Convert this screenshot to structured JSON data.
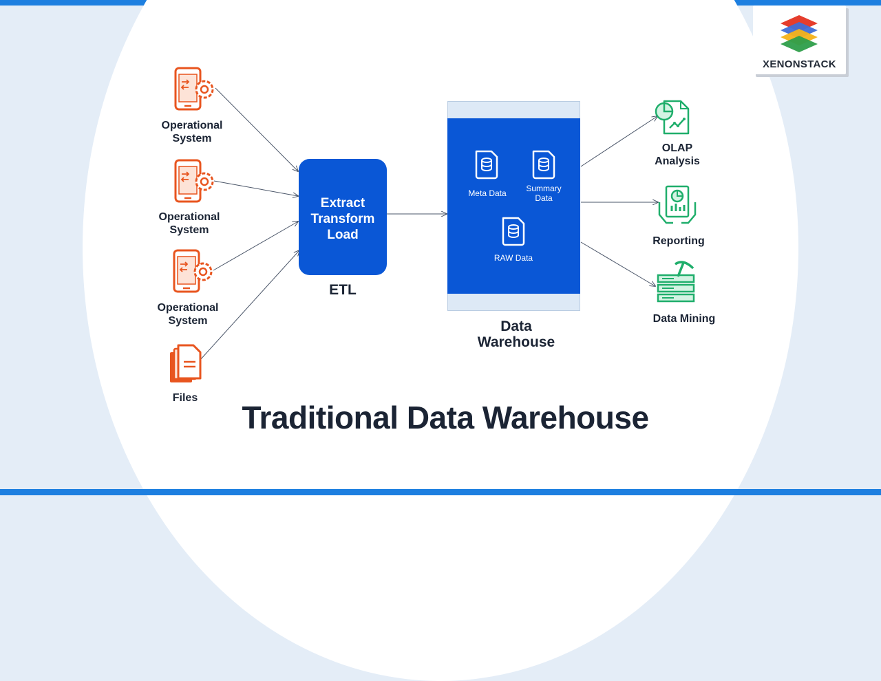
{
  "brand": {
    "name": "XENONSTACK",
    "logo_colors": [
      "#e53d2c",
      "#3f6ed8",
      "#f5b21a",
      "#2e9e4a"
    ]
  },
  "colors": {
    "accent_blue": "#0a57d6",
    "source_orange": "#e8551f",
    "output_green": "#1fae6b",
    "bar_blue": "#1d7fe0"
  },
  "sources": [
    {
      "label_line1": "Operational",
      "label_line2": "System",
      "icon": "operational-system-icon"
    },
    {
      "label_line1": "Operational",
      "label_line2": "System",
      "icon": "operational-system-icon"
    },
    {
      "label_line1": "Operational",
      "label_line2": "System",
      "icon": "operational-system-icon"
    },
    {
      "label_line1": "Files",
      "icon": "files-icon"
    }
  ],
  "etl": {
    "line1": "Extract",
    "line2": "Transform",
    "line3": "Load",
    "caption": "ETL"
  },
  "warehouse": {
    "items": [
      {
        "label": "Meta Data",
        "icon": "database-icon"
      },
      {
        "label_line1": "Summary",
        "label_line2": "Data",
        "icon": "database-icon"
      },
      {
        "label": "RAW Data",
        "icon": "database-icon"
      }
    ],
    "caption_line1": "Data",
    "caption_line2": "Warehouse"
  },
  "outputs": [
    {
      "label_line1": "OLAP",
      "label_line2": "Analysis",
      "icon": "olap-analysis-icon"
    },
    {
      "label": "Reporting",
      "icon": "reporting-icon"
    },
    {
      "label": "Data Mining",
      "icon": "data-mining-icon"
    }
  ],
  "title": "Traditional Data Warehouse"
}
